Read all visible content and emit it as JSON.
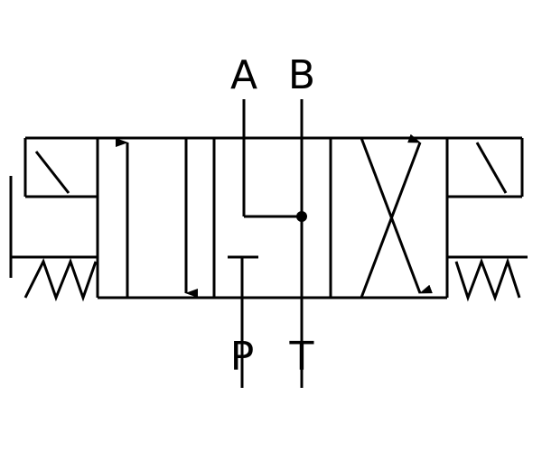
{
  "ports": {
    "a": "A",
    "b": "B",
    "p": "P",
    "t": "T"
  },
  "colors": {
    "line": "#000000",
    "background": "#ffffff"
  }
}
